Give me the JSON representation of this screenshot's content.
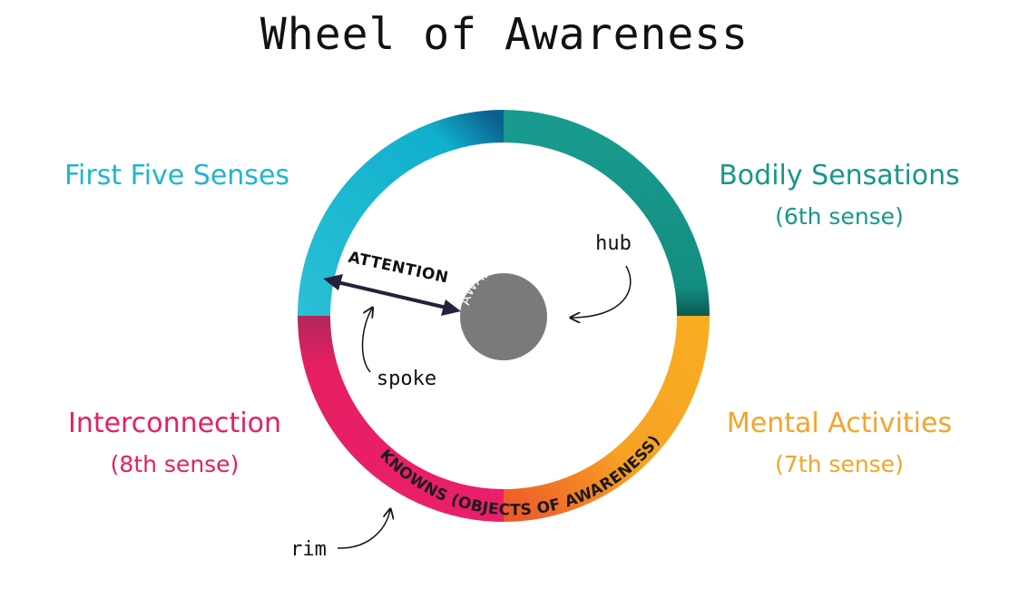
{
  "title": "Wheel of Awareness",
  "quadrants": {
    "first_five": {
      "name": "First Five Senses",
      "sub": ""
    },
    "bodily": {
      "name": "Bodily Sensations",
      "sub": "(6th sense)"
    },
    "mental": {
      "name": "Mental Activities",
      "sub": "(7th sense)"
    },
    "interconnection": {
      "name": "Interconnection",
      "sub": "(8th sense)"
    }
  },
  "hub": {
    "label": "AWARENESS",
    "callout": "hub",
    "color": "#7a7a7a"
  },
  "spoke": {
    "label": "ATTENTION",
    "callout": "spoke"
  },
  "rim": {
    "label": "KNOWNS (OBJECTS OF AWARENESS)",
    "callout": "rim"
  },
  "colors": {
    "first_five": "#1fb6cf",
    "bodily": "#17978b",
    "mental": "#f3a529",
    "interconnection": "#e51f62"
  }
}
